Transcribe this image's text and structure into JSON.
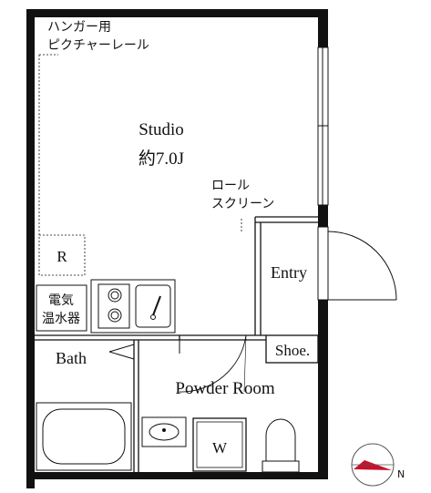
{
  "rooms": {
    "studio_name": "Studio",
    "studio_size": "約7.0J",
    "entry": "Entry",
    "shoe": "Shoe.",
    "bath": "Bath",
    "powder_room": "Powder Room",
    "washer": "W",
    "fridge": "R"
  },
  "notes": {
    "hanger_rail_line1": "ハンガー用",
    "hanger_rail_line2": "ピクチャーレール",
    "roll_screen_line1": "ロール",
    "roll_screen_line2": "スクリーン",
    "water_heater_line1": "電気",
    "water_heater_line2": "温水器"
  },
  "compass": {
    "label": "N",
    "color": "#c8102e"
  }
}
